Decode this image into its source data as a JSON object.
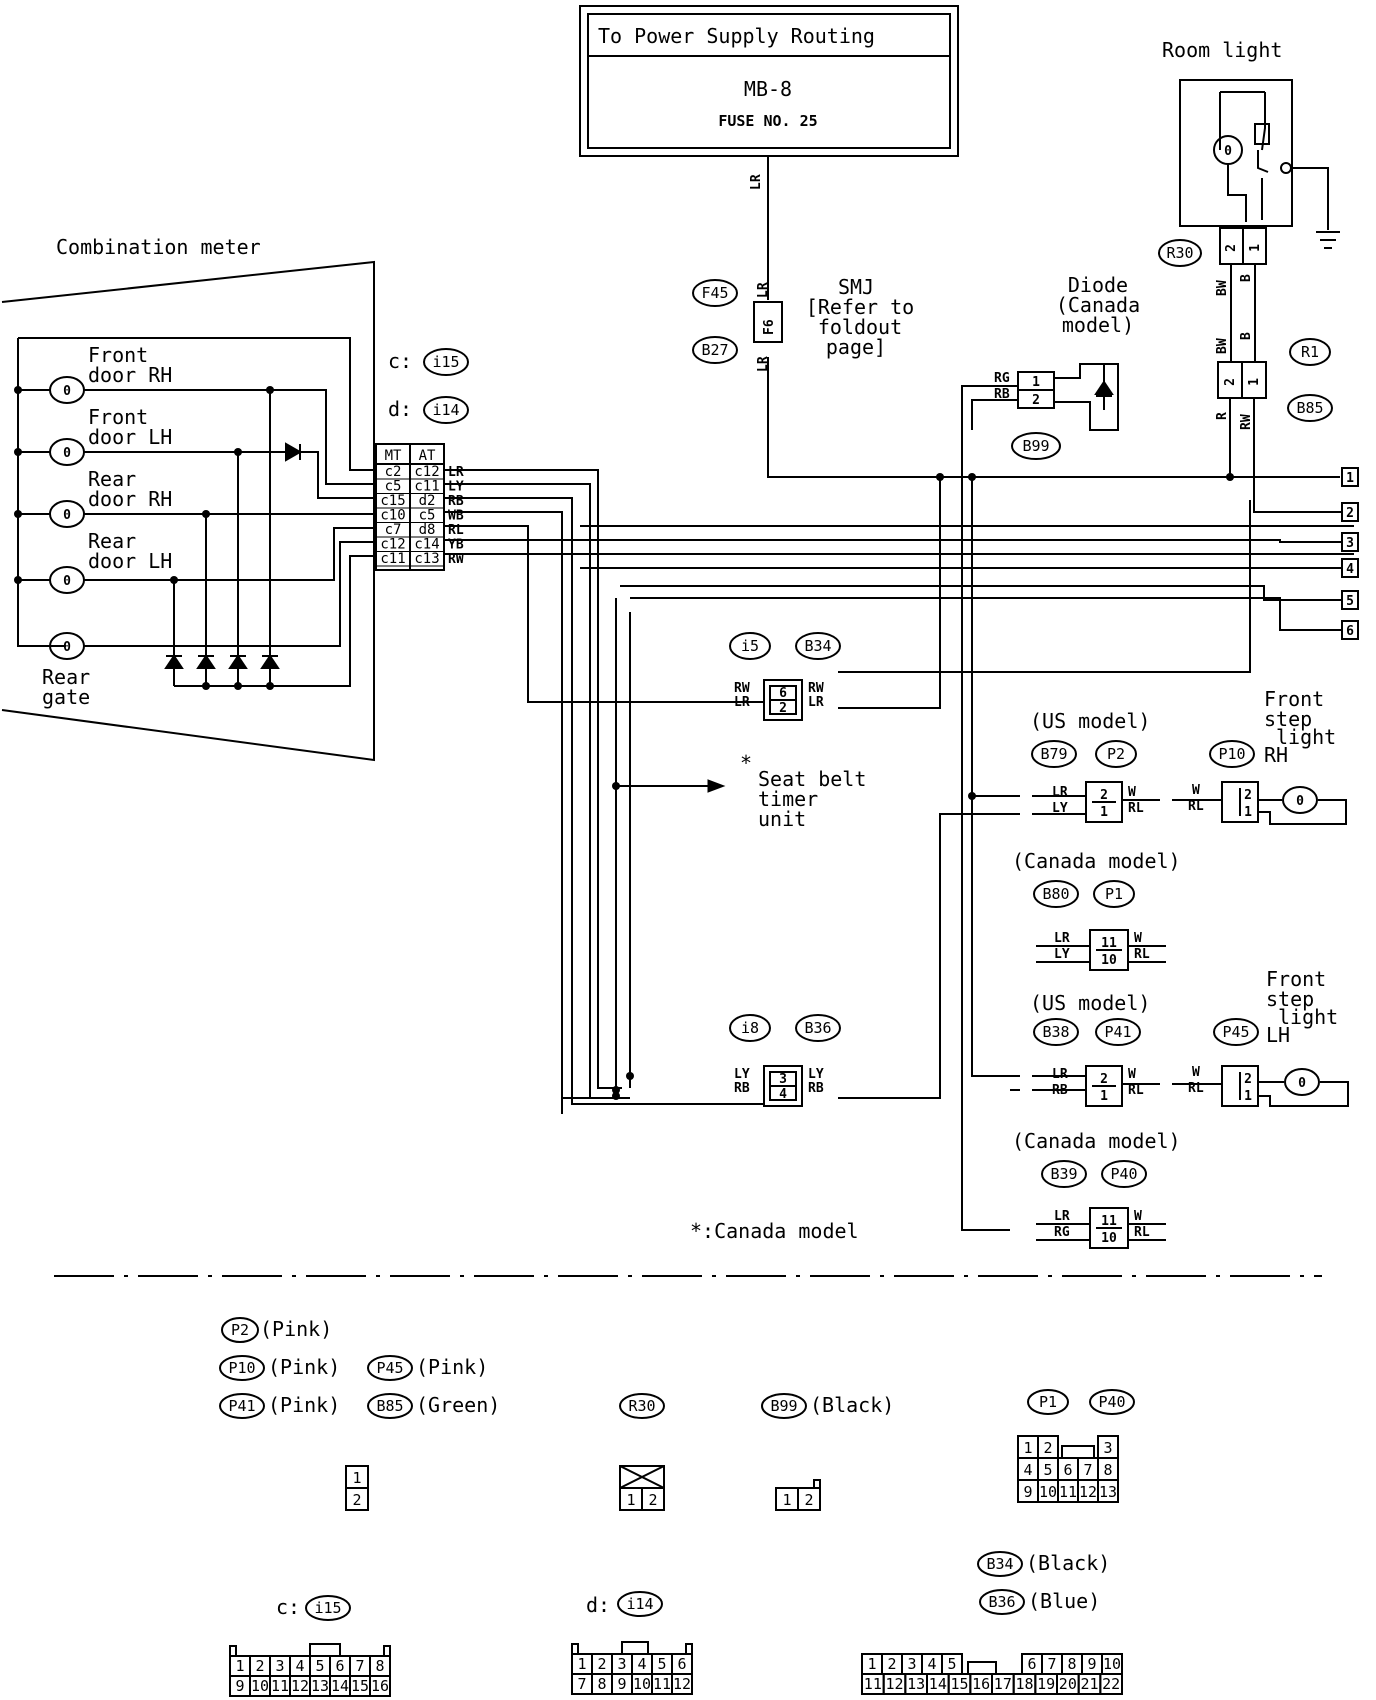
{
  "power_box": {
    "title": "To Power Supply Routing",
    "line1": "MB-8",
    "line2": "FUSE NO. 25"
  },
  "room_light": {
    "title": "Room light",
    "conn": "R30",
    "pins": [
      "2",
      "1"
    ]
  },
  "combination_meter": {
    "title": "Combination meter",
    "switches": [
      {
        "name": "Front door RH",
        "l1": "Front",
        "l2": "door RH"
      },
      {
        "name": "Front door LH",
        "l1": "Front",
        "l2": "door LH"
      },
      {
        "name": "Rear door RH",
        "l1": "Rear",
        "l2": "door RH"
      },
      {
        "name": "Rear door LH",
        "l1": "Rear",
        "l2": "door LH"
      },
      {
        "name": "Rear gate",
        "l1": "Rear",
        "l2": "gate"
      }
    ],
    "switch_symbol": "0",
    "conn_c": "c:",
    "conn_c_id": "i15",
    "conn_d": "d:",
    "conn_d_id": "i14",
    "table_header": [
      "MT",
      "AT"
    ],
    "table_rows": [
      [
        "c2",
        "c12"
      ],
      [
        "c5",
        "c11"
      ],
      [
        "c15",
        "d2"
      ],
      [
        "c10",
        "c5"
      ],
      [
        "c7",
        "d8"
      ],
      [
        "c12",
        "c14"
      ],
      [
        "c11",
        "c13"
      ]
    ],
    "wire_colors": [
      "LR",
      "LY",
      "RB",
      "WB",
      "RL",
      "YB",
      "RW"
    ]
  },
  "smj": {
    "label": "SMJ",
    "ref": "[Refer to",
    "ref2": "foldout",
    "ref3": "page]",
    "conn_top": "F45",
    "conn_bot": "B27",
    "pin": "F6",
    "wire": "LR"
  },
  "wire_lr_top": "LR",
  "diode": {
    "title": "Diode",
    "sub1": "(Canada",
    "sub2": "model)",
    "conn": "B99",
    "pins": [
      "1",
      "2"
    ],
    "wires": [
      "RG",
      "RB"
    ]
  },
  "r1": {
    "conn": "R1",
    "conn2": "B85",
    "pins": [
      "2",
      "1"
    ],
    "wires_top": [
      "BW",
      "B"
    ],
    "wires_bot": [
      "R",
      "RW"
    ]
  },
  "r30_wires": [
    "BW",
    "B"
  ],
  "terminals": [
    "1",
    "2",
    "3",
    "4",
    "5",
    "6"
  ],
  "i5": {
    "conn": "i5",
    "conn2": "B34",
    "pins": [
      "6",
      "2"
    ],
    "left": [
      "RW",
      "LR"
    ],
    "right": [
      "RW",
      "LR"
    ]
  },
  "i8": {
    "conn": "i8",
    "conn2": "B36",
    "pins": [
      "3",
      "4"
    ],
    "left": [
      "LY",
      "RB"
    ],
    "right": [
      "LY",
      "RB"
    ]
  },
  "seat_belt": {
    "star": "*",
    "l1": "Seat belt",
    "l2": "timer",
    "l3": "unit"
  },
  "canada_note": "*:Canada model",
  "front_rh": {
    "title_l1": "Front",
    "title_l2": "step",
    "title_l3": "light",
    "title_l4": "RH",
    "us": "(US model)",
    "us_conns": [
      "B79",
      "P2",
      "P10"
    ],
    "us_pins": [
      "2",
      "1"
    ],
    "us_left": [
      "LR",
      "LY"
    ],
    "us_right": [
      "W",
      "RL"
    ],
    "p10_pins": [
      "2",
      "1"
    ],
    "p10_left": [
      "W",
      "RL"
    ],
    "canada": "(Canada model)",
    "ca_conns": [
      "B80",
      "P1"
    ],
    "ca_pins": [
      "11",
      "10"
    ],
    "ca_left": [
      "LR",
      "LY"
    ],
    "ca_right": [
      "W",
      "RL"
    ]
  },
  "front_lh": {
    "title_l1": "Front",
    "title_l2": "step",
    "title_l3": "light",
    "title_l4": "LH",
    "us": "(US model)",
    "us_conns": [
      "B38",
      "P41",
      "P45"
    ],
    "us_pins": [
      "2",
      "1"
    ],
    "us_left": [
      "LR",
      "RB"
    ],
    "us_right": [
      "W",
      "RL"
    ],
    "p45_pins": [
      "2",
      "1"
    ],
    "p45_left": [
      "W",
      "RL"
    ],
    "canada": "(Canada model)",
    "ca_conns": [
      "B39",
      "P40"
    ],
    "ca_pins": [
      "11",
      "10"
    ],
    "ca_left": [
      "LR",
      "RG"
    ],
    "ca_right": [
      "W",
      "RL"
    ]
  },
  "legend": {
    "p2": "P2",
    "p2_color": "(Pink)",
    "p10": "P10",
    "p10_color": "(Pink)",
    "p45": "P45",
    "p45_color": "(Pink)",
    "p41": "P41",
    "p41_color": "(Pink)",
    "b85": "B85",
    "b85_color": "(Green)",
    "r30": "R30",
    "b99": "B99",
    "b99_color": "(Black)",
    "p1": "P1",
    "p40": "P40",
    "b34": "B34",
    "b34_color": "(Black)",
    "b36": "B36",
    "b36_color": "(Blue)",
    "c_prefix": "c:",
    "c_id": "i15",
    "d_prefix": "d:",
    "d_id": "i14",
    "two_pin": [
      "1",
      "2"
    ],
    "r30_pins": [
      "1",
      "2"
    ],
    "b99_pins": [
      "1",
      "2"
    ],
    "p1_row1": [
      "1",
      "2",
      "3"
    ],
    "p1_row2": [
      "4",
      "5",
      "6",
      "7",
      "8"
    ],
    "p1_row3": [
      "9",
      "10",
      "11",
      "12",
      "13"
    ],
    "c_row1": [
      "1",
      "2",
      "3",
      "4",
      "5",
      "6",
      "7",
      "8"
    ],
    "c_row2": [
      "9",
      "10",
      "11",
      "12",
      "13",
      "14",
      "15",
      "16"
    ],
    "d_row1": [
      "1",
      "2",
      "3",
      "4",
      "5",
      "6"
    ],
    "d_row2": [
      "7",
      "8",
      "9",
      "10",
      "11",
      "12"
    ],
    "b_row1": [
      "1",
      "2",
      "3",
      "4",
      "5",
      "6",
      "7",
      "8",
      "9",
      "10"
    ],
    "b_row2": [
      "11",
      "12",
      "13",
      "14",
      "15",
      "16",
      "17",
      "18",
      "19",
      "20",
      "21",
      "22"
    ]
  }
}
